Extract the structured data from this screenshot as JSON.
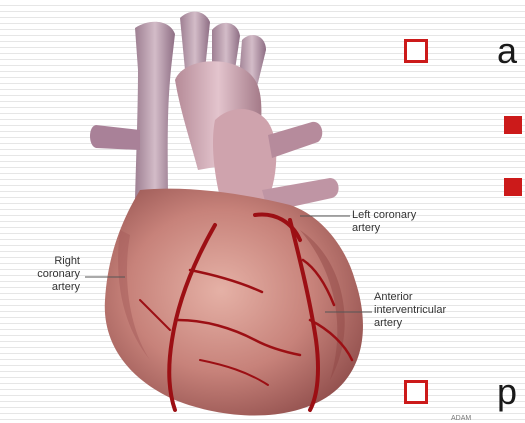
{
  "figure": {
    "labels": {
      "left_coronary": "Left coronary\nartery",
      "right_coronary": "Right\ncoronary\nartery",
      "anterior_interventricular": "Anterior\ninterventricular\nartery"
    },
    "caption": "ADAM"
  },
  "bullets": [
    {
      "level": 1,
      "text": "a"
    },
    {
      "level": 2,
      "text": ""
    },
    {
      "level": 2,
      "text": ""
    },
    {
      "level": 1,
      "text": "p"
    }
  ],
  "colors": {
    "accent": "#cc1a1a",
    "artery": "#9c0f14",
    "heart_body": "#c7827a",
    "vessel": "#b99db0"
  }
}
